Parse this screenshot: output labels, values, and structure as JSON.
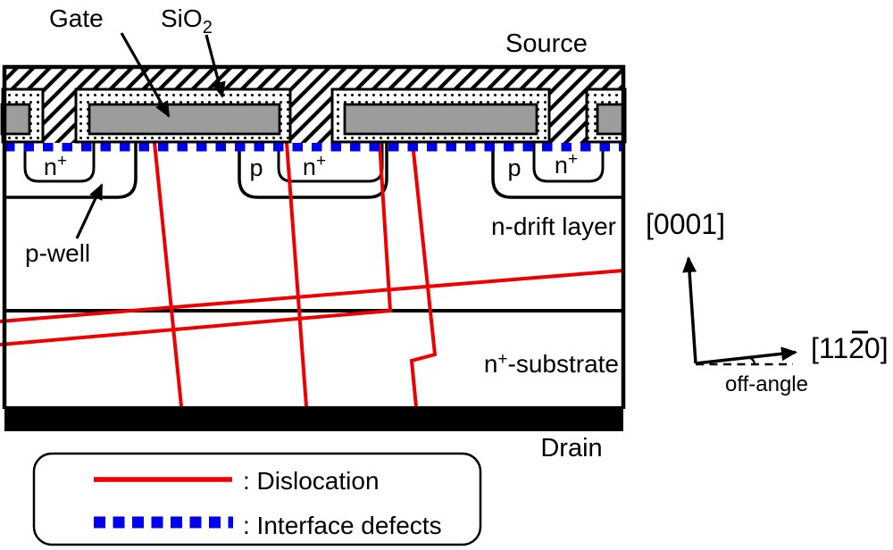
{
  "device": {
    "source": "Source",
    "gate": "Gate",
    "oxide": "SiO",
    "oxide_sub": "2",
    "pwell": "p-well",
    "n_plus": "n",
    "n_plus_sup": "+",
    "p_region": "p",
    "n_drift": "n-drift layer",
    "substrate_prefix": "n",
    "substrate_sup": "+",
    "substrate_suffix": "-substrate",
    "drain": "Drain"
  },
  "axes": {
    "c_axis": "[0001]",
    "a_axis_prefix": "[11",
    "a_axis_barred": "2",
    "a_axis_suffix": "0]",
    "off_angle": "off-angle"
  },
  "legend": {
    "dislocation": ": Dislocation",
    "interface_defects": ": Interface defects"
  },
  "colors": {
    "dislocation_red": "#ee0000",
    "interface_blue": "#0000ee",
    "gate_gray": "#9c9c9c",
    "outline_black": "#000000"
  }
}
